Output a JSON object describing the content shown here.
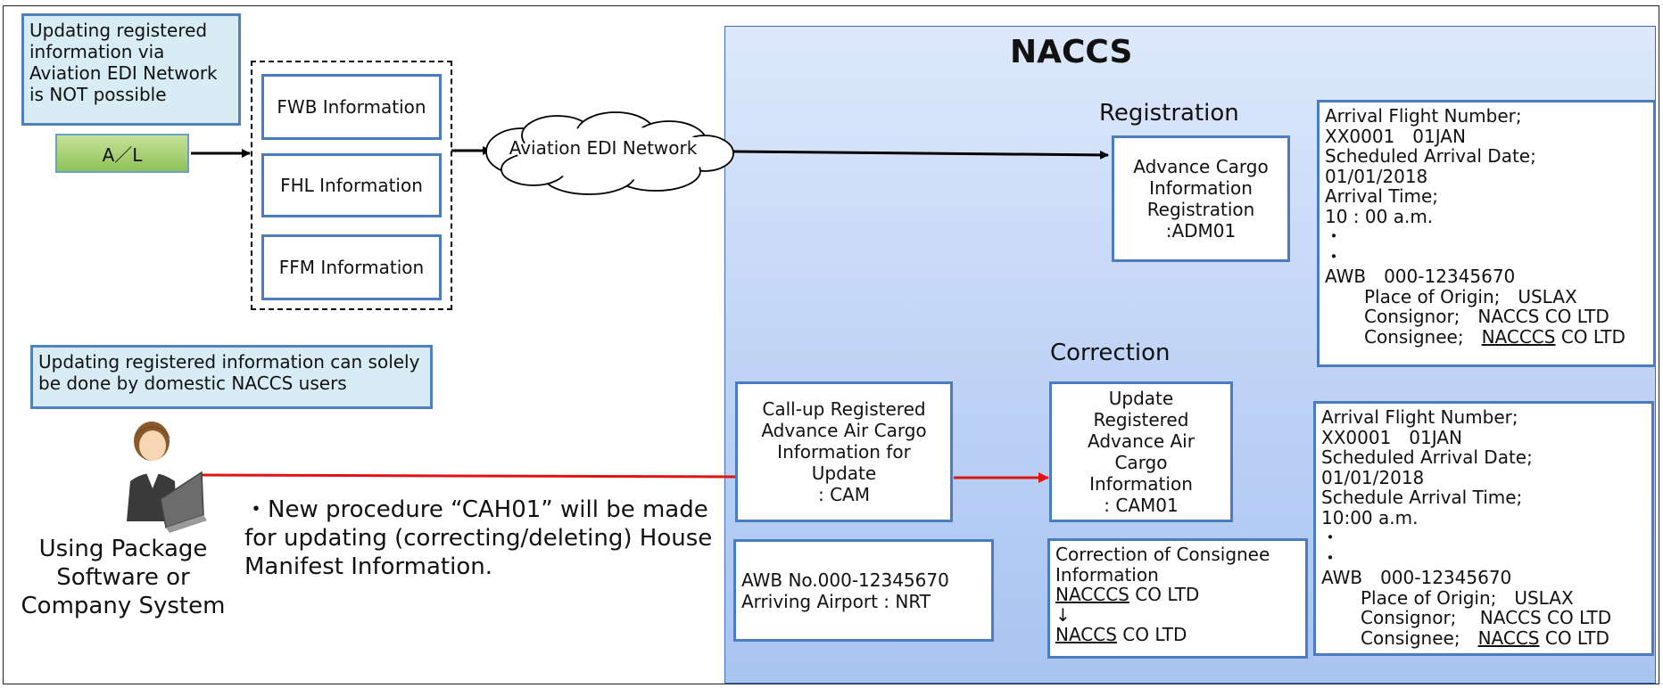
{
  "edi_note": "Updating registered information via Aviation EDI Network is NOT possible",
  "al_label": "A／L",
  "message_boxes": [
    "FWB Information",
    "FHL Information",
    "FFM Information"
  ],
  "cloud_label": "Aviation EDI Network",
  "naccs_title": "NACCS",
  "registration": {
    "heading": "Registration",
    "box": "Advance Cargo\nInformation\nRegistration\n:ADM01",
    "detail": {
      "lines": [
        "Arrival Flight Number;",
        "XX0001　01JAN",
        "Scheduled Arrival Date;",
        "01/01/2018",
        "Arrival Time;",
        "10 : 00 a.m.",
        "・",
        "・",
        "AWB　000-12345670"
      ],
      "origin": "Place of Origin;　USLAX",
      "consignor": "Consignor;　NACCS CO LTD",
      "consignee_prefix": "Consignee;　",
      "consignee_name": "NACCCS",
      "consignee_suffix": " CO LTD"
    }
  },
  "domestic_note": "Updating registered information can solely be done by domestic NACCS users",
  "user_label": "Using Package\nSoftware or\nCompany System",
  "procedure_note": "・New procedure “CAH01” will be made for updating (correcting/deleting) House Manifest Information.",
  "correction": {
    "heading": "Correction",
    "callup_box": "Call-up  Registered\nAdvance Air Cargo\nInformation for\nUpdate\n: CAM",
    "update_box": "Update\nRegistered\nAdvance Air\nCargo\nInformation\n: CAM01",
    "awb_box": "AWB No.000-12345670\nArriving Airport : NRT",
    "consignee_box": {
      "heading": "Correction of Consignee\nInformation",
      "old_name": "NACCCS",
      "old_suffix": " CO LTD",
      "arrow": "↓",
      "new_name": "NACCS",
      "new_suffix": " CO LTD"
    },
    "detail": {
      "lines": [
        "Arrival Flight Number;",
        "XX0001　01JAN",
        "Scheduled Arrival Date;",
        "01/01/2018",
        "Schedule Arrival Time;",
        "10:00 a.m.",
        "・",
        "・",
        "AWB　000-12345670"
      ],
      "origin": "Place of Origin;　USLAX",
      "consignor": "Consignor;　 NACCS CO LTD",
      "consignee_prefix": "Consignee;　",
      "consignee_name": "NACCS",
      "consignee_suffix": " CO LTD"
    }
  },
  "colors": {
    "accent_blue": "#4a7cc0",
    "red_flow": "#e11414",
    "al_green": "#9ccb5e",
    "note_fill": "#d7ecf4"
  },
  "icons": [
    "cloud-icon",
    "person-laptop-icon"
  ]
}
